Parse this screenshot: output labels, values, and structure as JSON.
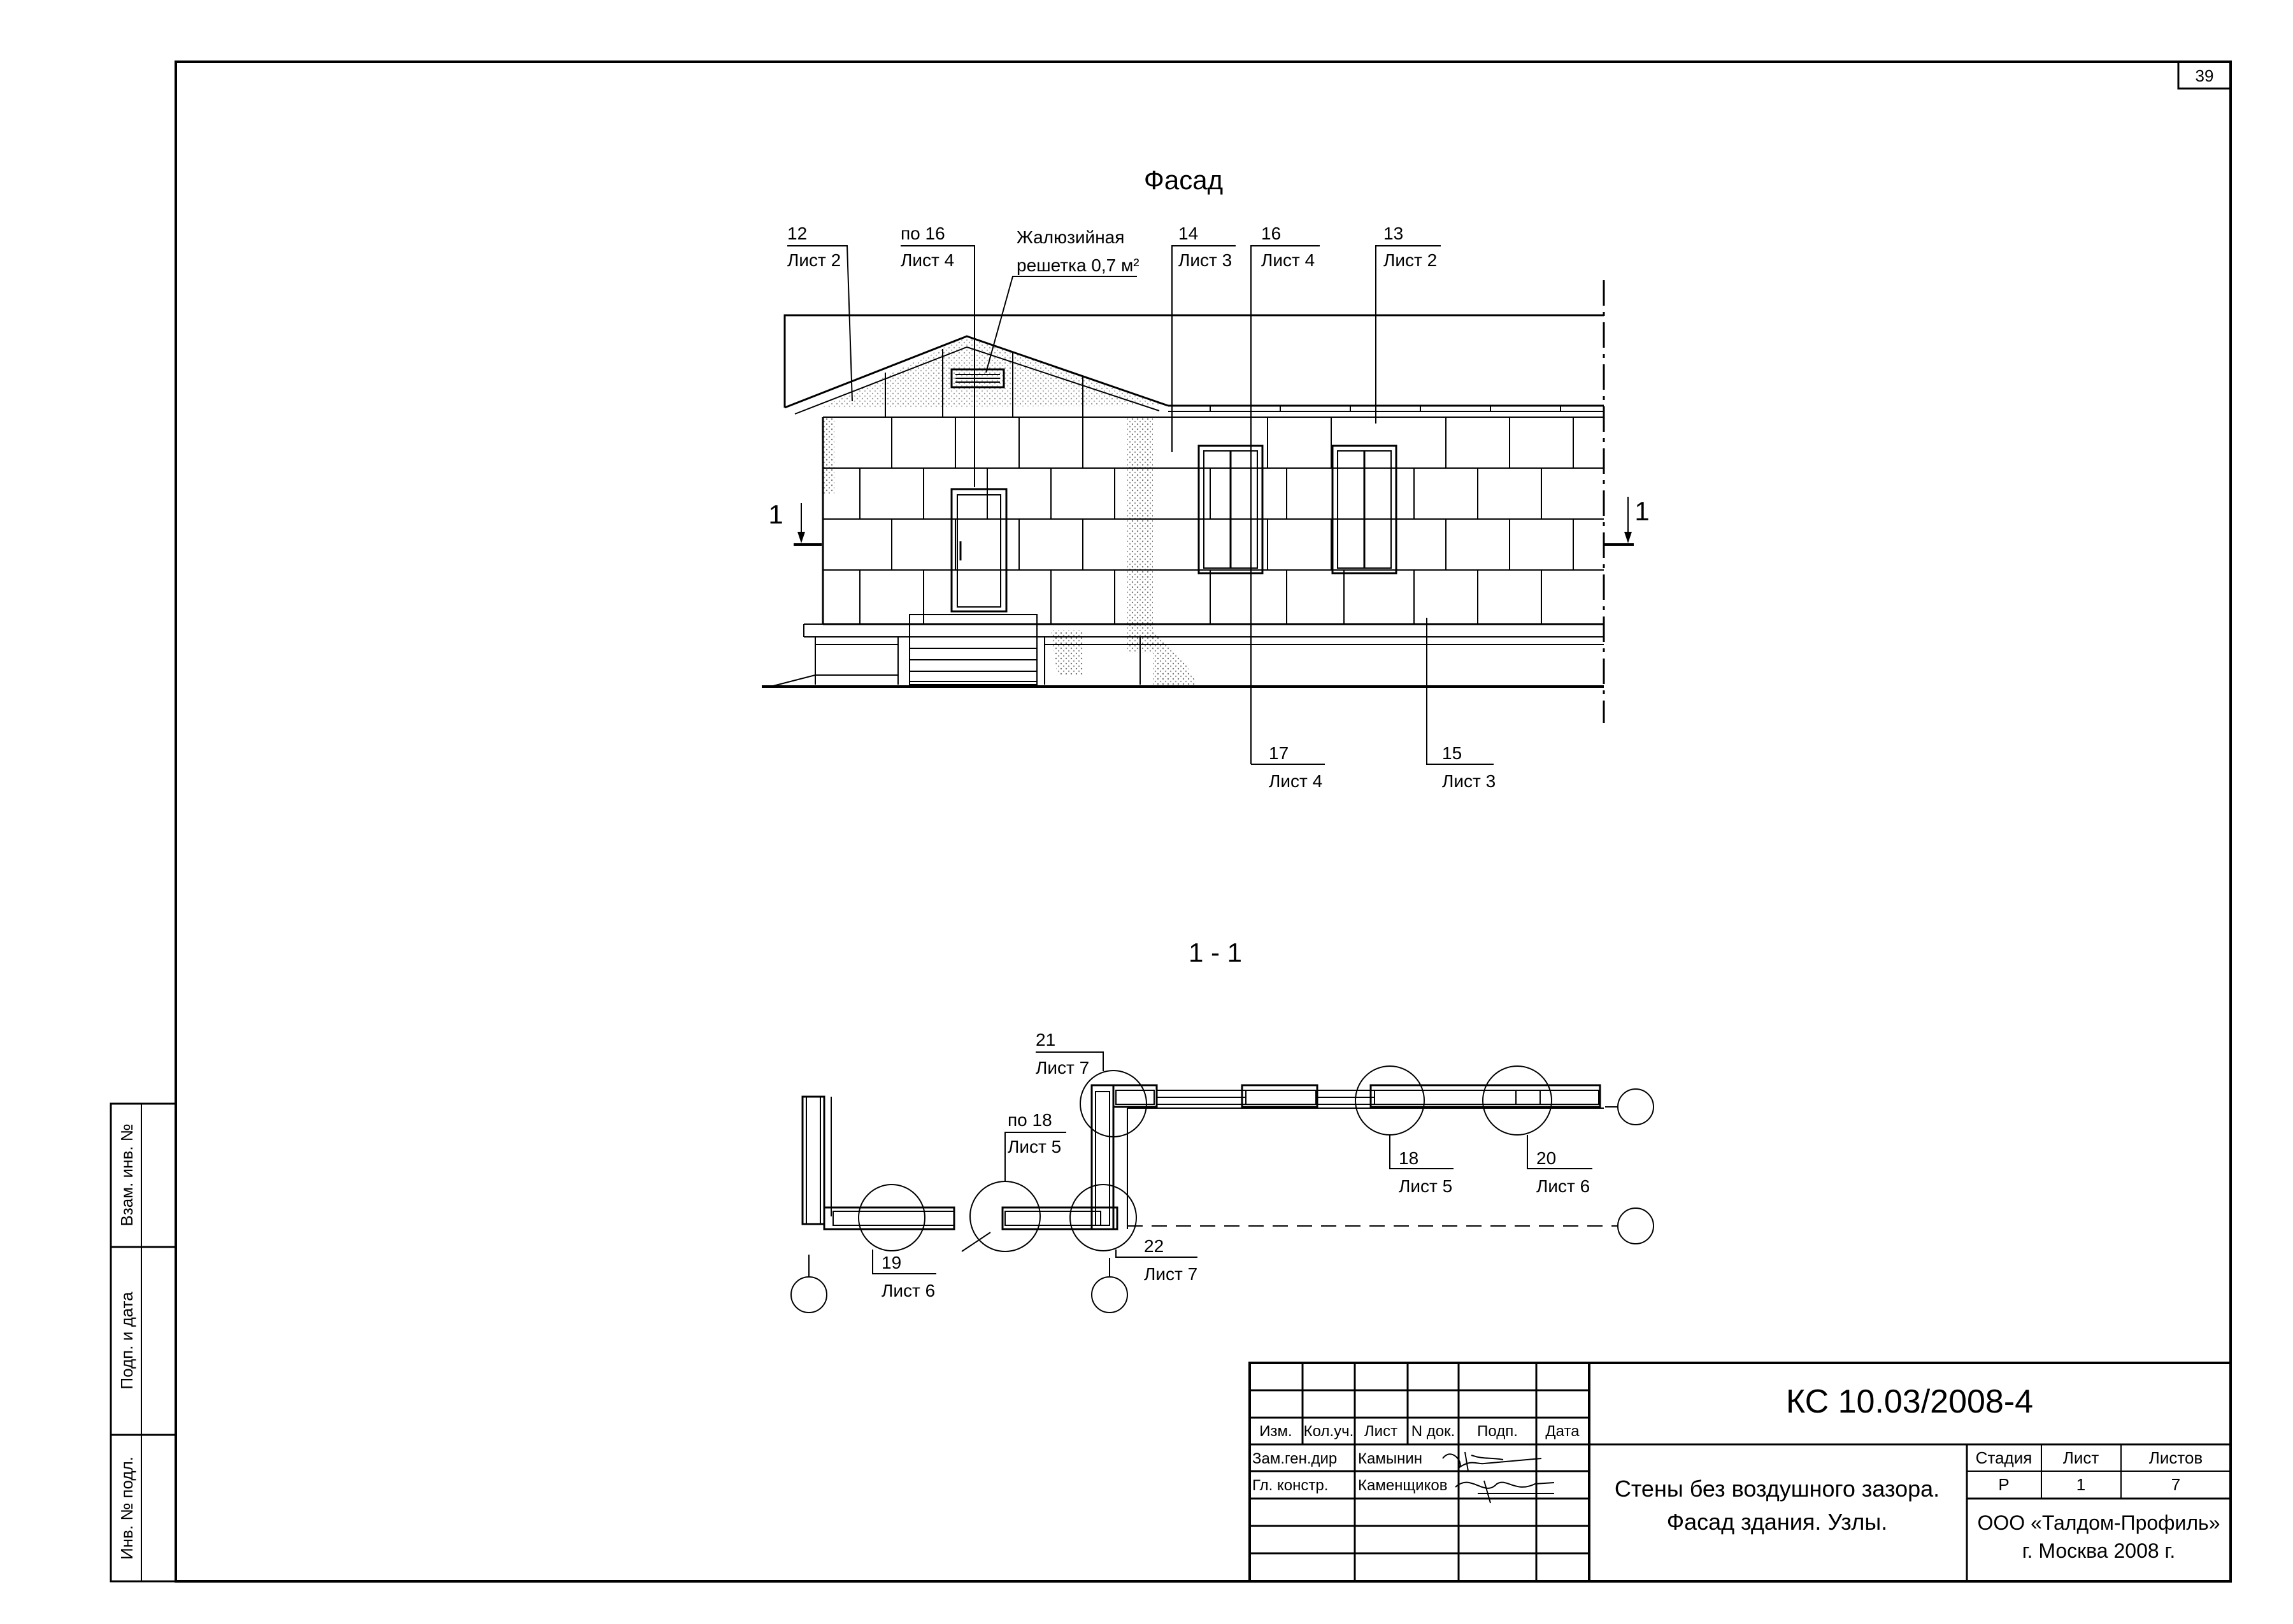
{
  "sheet_number": "39",
  "titles": {
    "facade": "Фасад",
    "section": "1 - 1"
  },
  "section_markers": {
    "left": "1",
    "right": "1"
  },
  "facade_callouts": [
    {
      "num": "12",
      "sheet": "Лист 2"
    },
    {
      "num": "по 16",
      "sheet": "Лист 4"
    },
    {
      "num": "Жалюзийная",
      "sheet": "решетка 0,7 м²"
    },
    {
      "num": "14",
      "sheet": "Лист 3"
    },
    {
      "num": "16",
      "sheet": "Лист 4"
    },
    {
      "num": "13",
      "sheet": "Лист 2"
    },
    {
      "num": "17",
      "sheet": "Лист 4"
    },
    {
      "num": "15",
      "sheet": "Лист 3"
    }
  ],
  "plan_callouts": [
    {
      "num": "21",
      "sheet": "Лист 7"
    },
    {
      "num": "по 18",
      "sheet": "Лист 5"
    },
    {
      "num": "18",
      "sheet": "Лист 5"
    },
    {
      "num": "20",
      "sheet": "Лист 6"
    },
    {
      "num": "19",
      "sheet": "Лист 6"
    },
    {
      "num": "22",
      "sheet": "Лист 7"
    }
  ],
  "side_stamp": [
    "Взам. инв. №",
    "Подп. и дата",
    "Инв. № подл."
  ],
  "title_block": {
    "code": "КС 10.03/2008-4",
    "headers": [
      "Изм.",
      "Кол.уч.",
      "Лист",
      "N док.",
      "Подп.",
      "Дата"
    ],
    "rows": [
      {
        "role": "Зам.ген.дир",
        "name": "Камынин"
      },
      {
        "role": "Гл. констр.",
        "name": "Каменщиков"
      }
    ],
    "description": [
      "Стены без воздушного зазора.",
      "Фасад здания. Узлы."
    ],
    "stage_headers": [
      "Стадия",
      "Лист",
      "Листов"
    ],
    "stage_values": [
      "Р",
      "1",
      "7"
    ],
    "company": [
      "ООО «Талдом-Профиль»",
      "г. Москва 2008 г."
    ]
  }
}
